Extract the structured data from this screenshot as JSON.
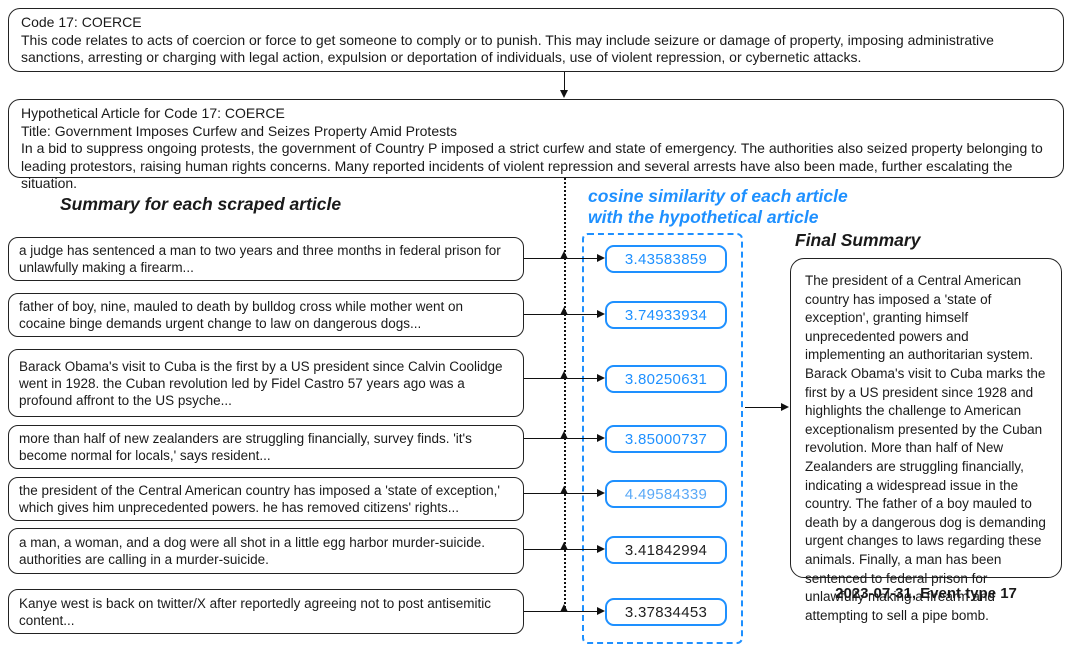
{
  "code_box": {
    "title": "Code 17: COERCE",
    "description": "This code relates to acts of coercion or force to get someone to comply or to punish. This may include seizure or damage of property, imposing administrative sanctions, arresting or charging with legal action, expulsion or deportation of individuals, use of violent repression, or cybernetic attacks."
  },
  "hypothetical_box": {
    "heading": "Hypothetical Article for Code 17: COERCE",
    "title_line": "Title: Government Imposes Curfew and Seizes Property Amid Protests",
    "body": "In a bid to suppress ongoing protests, the government of Country P imposed a strict curfew and state of emergency. The authorities also seized property belonging to leading protestors, raising human rights concerns. Many reported incidents of violent repression and several arrests have also been made, further escalating the situation."
  },
  "headings": {
    "summaries": "Summary for each scraped article",
    "cosine_line1": "cosine similarity of each article",
    "cosine_line2": "with the hypothetical article",
    "final": "Final Summary"
  },
  "articles": [
    {
      "text": "a judge has sentenced a man to two years and three months in federal prison for unlawfully making a firearm...",
      "score": "3.43583859",
      "score_color": "#1E90FF"
    },
    {
      "text": "father of boy, nine, mauled to death by bulldog cross while mother went on cocaine binge demands urgent change to law on dangerous dogs...",
      "score": "3.74933934",
      "score_color": "#1E90FF"
    },
    {
      "text": "Barack Obama's visit to Cuba is the first by a US president since Calvin Coolidge went in 1928. the Cuban revolution led by Fidel Castro 57 years ago was a profound affront to the US psyche...",
      "score": "3.80250631",
      "score_color": "#1E90FF"
    },
    {
      "text": "more than half of new zealanders are struggling financially, survey finds. 'it's become normal for locals,' says resident...",
      "score": "3.85000737",
      "score_color": "#1E90FF"
    },
    {
      "text": "the president of the Central American country has imposed a 'state of exception,' which gives him unprecedented powers. he has removed citizens' rights...",
      "score": "4.49584339",
      "score_color": "#5AA9F7"
    },
    {
      "text": "a man, a woman, and a dog were all shot in a little egg harbor murder-suicide. authorities are calling in a murder-suicide.",
      "score": "3.41842994",
      "score_color": "#1f1f1f"
    },
    {
      "text": "Kanye west is back on twitter/X after reportedly agreeing not to post antisemitic content...",
      "score": "3.37834453",
      "score_color": "#1f1f1f"
    }
  ],
  "final_summary": {
    "text": "The president of a Central American country has imposed a 'state of exception', granting himself unprecedented powers and implementing an authoritarian system. Barack Obama's visit to Cuba marks the first by a US president since 1928 and highlights the challenge to American exceptionalism presented by the Cuban revolution. More than half of New Zealanders are struggling financially, indicating a widespread issue in the country. The father of a boy mauled to death by a dangerous dog is demanding urgent changes to laws regarding these animals. Finally, a man has been sentenced to federal prison for unlawfully making a firearm and attempting to sell a pipe bomb.",
    "caption": "2023-07-31, Event type 17"
  },
  "colors": {
    "accent_blue": "#1E90FF",
    "light_blue": "#5AA9F7",
    "ink": "#1a1a1a"
  }
}
